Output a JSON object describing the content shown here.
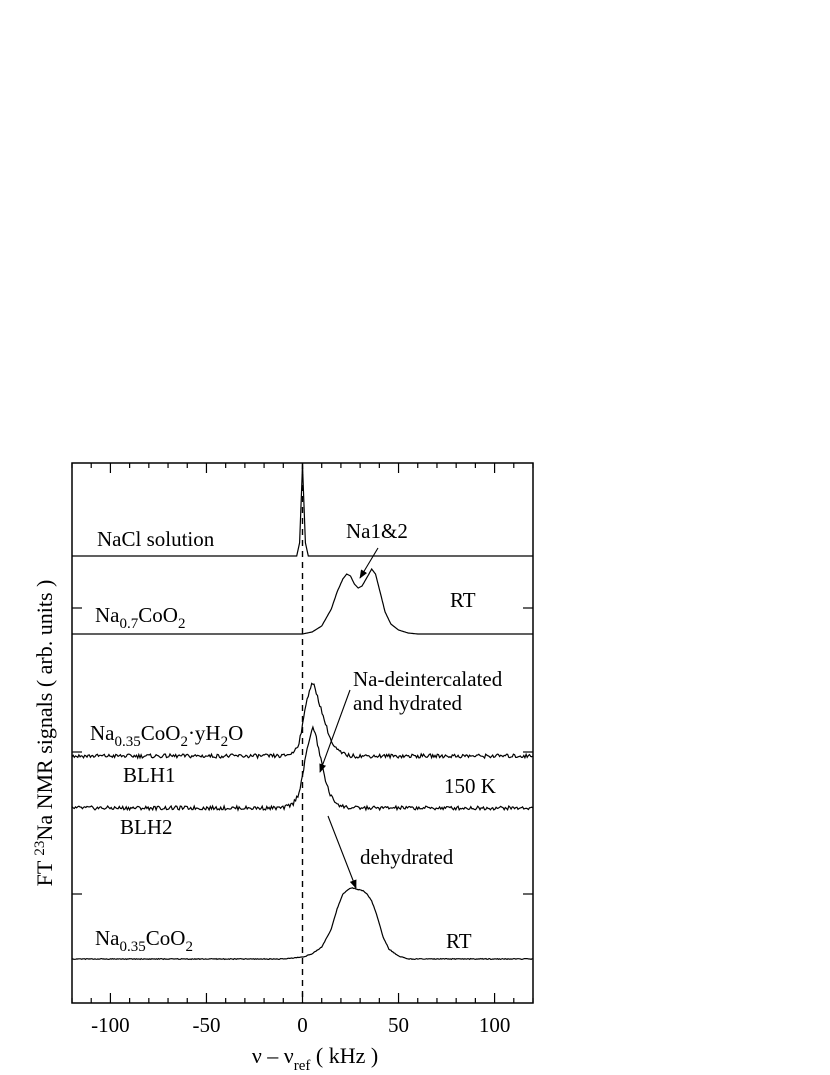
{
  "chart_data": {
    "type": "line",
    "xlabel": {
      "main": "ν – ν",
      "sub": "ref",
      "rest": "( kHz )"
    },
    "ylabel": {
      "pre": "FT ",
      "sup": "23",
      "post": "Na NMR signals ( arb. units )"
    },
    "xlim": [
      -120,
      120
    ],
    "xticks": [
      "-100",
      "-50",
      "0",
      "50",
      "100"
    ],
    "grid": false,
    "reference_line_x": 0,
    "series": [
      {
        "name": "NaCl solution",
        "x": [
          -120,
          -3,
          -1.5,
          0,
          1.5,
          3,
          120
        ],
        "y": [
          0,
          0,
          8,
          55,
          8,
          0,
          0
        ]
      },
      {
        "name": "Na0.7CoO2",
        "x": [
          -120,
          -5,
          0,
          5,
          10,
          15,
          18,
          21,
          23,
          25,
          27,
          29,
          31,
          34,
          36,
          38,
          40,
          43,
          46,
          50,
          55,
          60,
          120
        ],
        "y": [
          0,
          0,
          0,
          2,
          8,
          25,
          42,
          55,
          60,
          58,
          50,
          46,
          48,
          58,
          65,
          60,
          45,
          22,
          10,
          4,
          1,
          0,
          0
        ]
      },
      {
        "name": "Na0.35CoO2·yH2O BLH1",
        "x": [
          -120,
          -10,
          -5,
          -2,
          0,
          2,
          4,
          5,
          6,
          7,
          8,
          10,
          12,
          14,
          16,
          20,
          25,
          120
        ],
        "y": [
          0,
          0,
          3,
          12,
          30,
          55,
          68,
          72,
          70,
          65,
          58,
          45,
          32,
          20,
          10,
          3,
          0,
          0
        ]
      },
      {
        "name": "BLH2",
        "x": [
          -120,
          -10,
          -5,
          -2,
          0,
          2,
          4,
          5,
          6,
          7,
          8,
          10,
          12,
          14,
          16,
          20,
          25,
          120
        ],
        "y": [
          0,
          0,
          4,
          14,
          32,
          55,
          72,
          80,
          78,
          72,
          62,
          45,
          28,
          15,
          8,
          2,
          0,
          0
        ]
      },
      {
        "name": "Na0.35CoO2",
        "x": [
          -120,
          -10,
          0,
          5,
          10,
          15,
          18,
          21,
          24,
          26,
          28,
          30,
          32,
          34,
          36,
          38,
          40,
          42,
          45,
          50,
          55,
          120
        ],
        "y": [
          0,
          0,
          2,
          5,
          12,
          30,
          50,
          65,
          70,
          71,
          70,
          69,
          68,
          64,
          58,
          48,
          35,
          22,
          10,
          3,
          0,
          0
        ]
      }
    ],
    "annotations": [
      {
        "text": "Na1&2"
      },
      {
        "text": "RT"
      },
      {
        "text": "Na-deintercalated"
      },
      {
        "text": "and hydrated"
      },
      {
        "text": "150 K"
      },
      {
        "text": "dehydrated"
      },
      {
        "text": "RT"
      }
    ],
    "sample_labels": [
      {
        "id": "nacl",
        "parts": [
          [
            "t",
            "NaCl solution"
          ]
        ]
      },
      {
        "id": "na07",
        "parts": [
          [
            "t",
            "Na"
          ],
          [
            "s",
            "0.7"
          ],
          [
            "t",
            "CoO"
          ],
          [
            "s",
            "2"
          ]
        ]
      },
      {
        "id": "hyd",
        "parts": [
          [
            "t",
            "Na"
          ],
          [
            "s",
            "0.35"
          ],
          [
            "t",
            "CoO"
          ],
          [
            "s",
            "2"
          ],
          [
            "t",
            "·yH"
          ],
          [
            "s",
            "2"
          ],
          [
            "t",
            "O"
          ]
        ]
      },
      {
        "id": "blh1",
        "parts": [
          [
            "t",
            "BLH1"
          ]
        ]
      },
      {
        "id": "blh2",
        "parts": [
          [
            "t",
            "BLH2"
          ]
        ]
      },
      {
        "id": "na035",
        "parts": [
          [
            "t",
            "Na"
          ],
          [
            "s",
            "0.35"
          ],
          [
            "t",
            "CoO"
          ],
          [
            "s",
            "2"
          ]
        ]
      }
    ]
  }
}
